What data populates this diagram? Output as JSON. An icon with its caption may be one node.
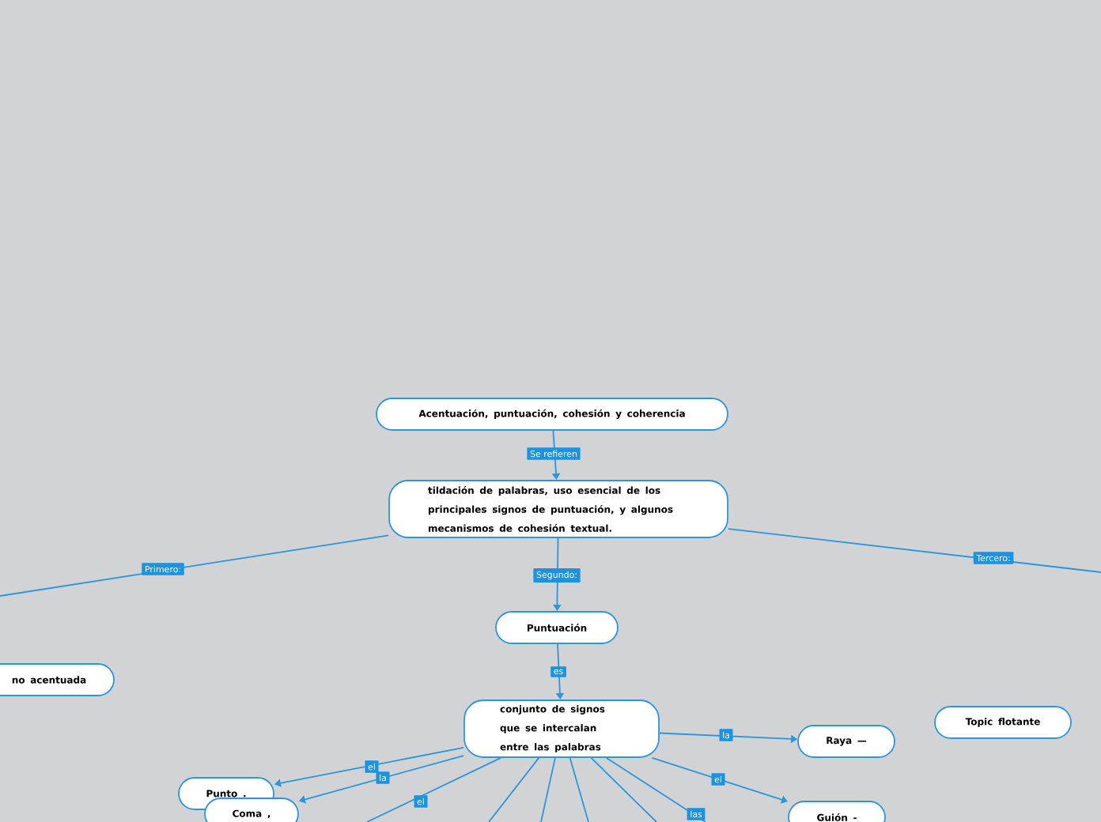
{
  "diagram": {
    "nodes": [
      {
        "text": [
          "Acentuación, puntuación, cohesión y coherencia"
        ]
      },
      {
        "text": [
          "tildación de palabras, uso esencial de los principales signos de puntuación, y algunos mecanismos de cohesión textual."
        ]
      },
      {
        "text": [
          "Puntuación"
        ]
      },
      {
        "text": [
          "no acentuada"
        ]
      },
      {
        "text": [
          "conjunto de signos que se intercalan entre las palabras"
        ]
      },
      {
        "text": [
          "Raya —"
        ]
      },
      {
        "text": [
          "Topic flotante"
        ]
      },
      {
        "text": [
          "Punto ."
        ]
      },
      {
        "text": [
          "Coma ,"
        ]
      },
      {
        "text": [
          "Guión -"
        ]
      }
    ],
    "edges": [
      {
        "from": 0,
        "to": 1,
        "arrow": "to",
        "label": "Se refieren"
      },
      {
        "from": 1,
        "to": null,
        "arrow": "none",
        "label": "Primero:"
      },
      {
        "from": 1,
        "to": 2,
        "arrow": "to",
        "label": "Segundo:"
      },
      {
        "from": 1,
        "to": null,
        "arrow": "none",
        "label": "Tercero:"
      },
      {
        "from": 2,
        "to": 4,
        "arrow": "to",
        "label": "es"
      },
      {
        "from": 4,
        "to": 5,
        "arrow": "to",
        "label": "la"
      },
      {
        "from": 4,
        "to": 9,
        "arrow": "to",
        "label": "el"
      },
      {
        "from": 4,
        "to": 7,
        "arrow": "to",
        "label": "el"
      },
      {
        "from": 4,
        "to": 8,
        "arrow": "to",
        "label": "la"
      },
      {
        "from": 4,
        "to": null,
        "arrow": "none",
        "label": "el"
      },
      {
        "from": 4,
        "to": null,
        "arrow": "none"
      },
      {
        "from": 4,
        "to": null,
        "arrow": "none"
      },
      {
        "from": 4,
        "to": null,
        "arrow": "none"
      },
      {
        "from": 4,
        "to": null,
        "arrow": "none"
      },
      {
        "from": 4,
        "to": null,
        "arrow": "none",
        "label": "las"
      }
    ]
  }
}
